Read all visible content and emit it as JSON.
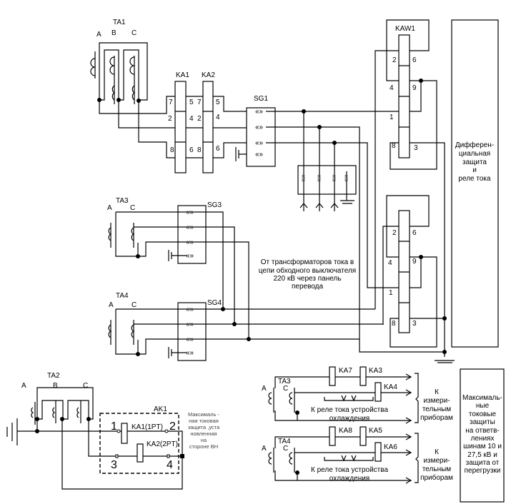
{
  "ta1": {
    "label": "TA1",
    "phases": [
      "A",
      "B",
      "C"
    ]
  },
  "ka1": {
    "label": "KA1",
    "pins_left": [
      "7",
      "2",
      "8"
    ],
    "pins_right": [
      "5",
      "4",
      "6"
    ]
  },
  "ka2": {
    "label": "KA2",
    "pins_left": [
      "7",
      "2",
      "8"
    ],
    "pins_right": [
      "5",
      "4",
      "6"
    ]
  },
  "sg1": {
    "label": "SG1"
  },
  "kaw1": {
    "label": "KAW1",
    "pins": [
      "2",
      "6",
      "4",
      "9",
      "1",
      "8",
      "3"
    ]
  },
  "kaw2": {
    "pins": [
      "2",
      "6",
      "4",
      "9",
      "1",
      "8",
      "3"
    ]
  },
  "diff_box": {
    "lines": [
      "Дифферен-",
      "циальная",
      "защита",
      "и",
      "реле тока"
    ]
  },
  "ta3": {
    "label": "TA3",
    "phases": [
      "A",
      "C"
    ]
  },
  "sg3": {
    "label": "SG3"
  },
  "ta4": {
    "label": "TA4",
    "phases": [
      "A",
      "C"
    ]
  },
  "sg4": {
    "label": "SG4"
  },
  "bypass_note": {
    "lines": [
      "От трансформаторов тока в",
      "цепи обходного выключателя",
      "220 кВ через панель",
      "перевода"
    ]
  },
  "terminal_glyph": "«»",
  "ta2": {
    "label": "TA2",
    "phases": [
      "A",
      "B",
      "C"
    ]
  },
  "ak1": {
    "label": "AK1",
    "relay1": "KA1(1PT)",
    "relay2": "KA2(2PT)",
    "terminals": [
      "1",
      "2",
      "3",
      "4"
    ]
  },
  "hv_note": {
    "lines": [
      "Максималь -",
      "ная токовая",
      "защита ,уста",
      "новленная",
      "на",
      "стороне ВН"
    ]
  },
  "meter_top": {
    "ta": "TA3",
    "phases": [
      "A",
      "C"
    ],
    "relays": [
      "KA7",
      "KA3",
      "KA4"
    ],
    "cooling": [
      "К реле тока устройства",
      "охлаждения"
    ],
    "meters": [
      "К",
      "измери-",
      "тельным",
      "приборам"
    ]
  },
  "meter_bottom": {
    "ta": "TA4",
    "phases": [
      "A",
      "C"
    ],
    "relays": [
      "KA8",
      "KA5",
      "KA6"
    ],
    "cooling": [
      "К реле тока устройства",
      "охлаждения"
    ],
    "meters": [
      "К",
      "измери-",
      "тельным",
      "приборам"
    ]
  },
  "overcurrent_box": {
    "lines": [
      "Максималь-",
      "ные",
      "токовые",
      "защиты",
      "на ответв-",
      "лениях",
      "шинам 10 и",
      "27,5 кВ и",
      "защита от",
      "перегрузки"
    ]
  }
}
